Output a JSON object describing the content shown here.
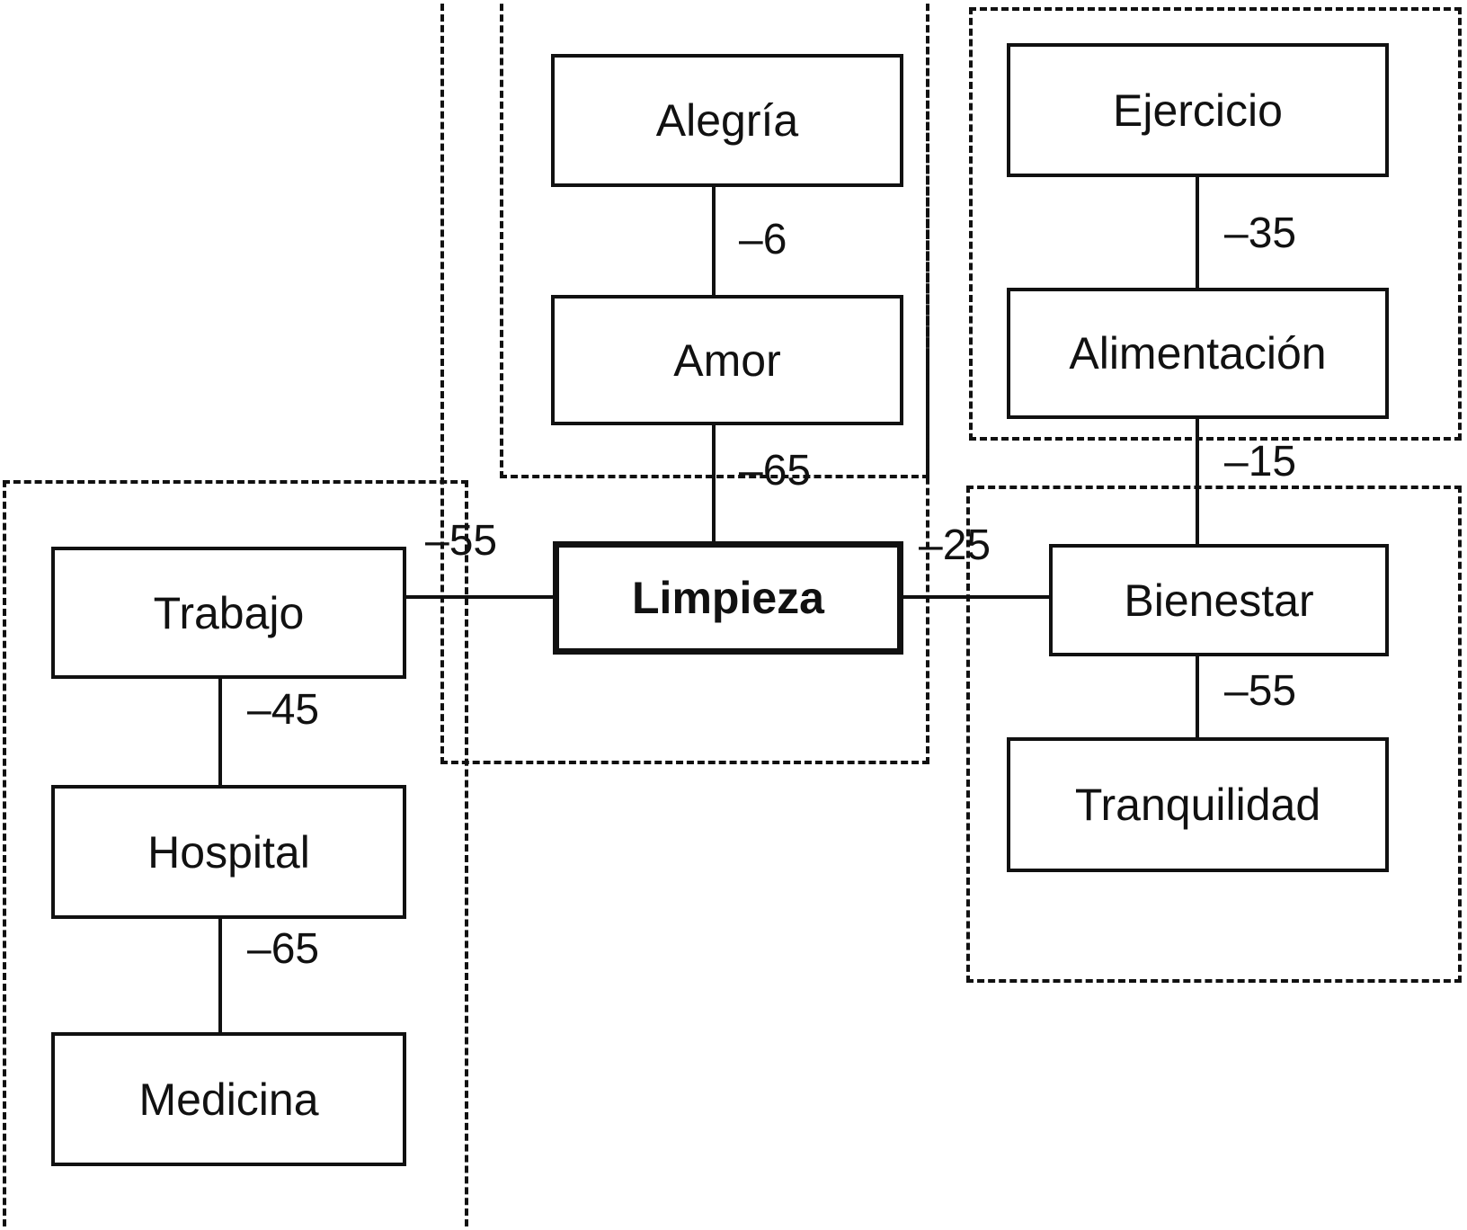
{
  "diagram": {
    "title": "Limpieza cognitive map",
    "central_node": "Limpieza",
    "colors": {
      "line": "#111111",
      "background": "#ffffff",
      "dashed_region": "#111111"
    },
    "nodes": [
      {
        "id": "alegria",
        "label": "Alegría",
        "emphasis": "normal"
      },
      {
        "id": "amor",
        "label": "Amor",
        "emphasis": "normal"
      },
      {
        "id": "limpieza",
        "label": "Limpieza",
        "emphasis": "bold"
      },
      {
        "id": "trabajo",
        "label": "Trabajo",
        "emphasis": "normal"
      },
      {
        "id": "hospital",
        "label": "Hospital",
        "emphasis": "normal"
      },
      {
        "id": "medicina",
        "label": "Medicina",
        "emphasis": "normal"
      },
      {
        "id": "ejercicio",
        "label": "Ejercicio",
        "emphasis": "normal"
      },
      {
        "id": "alimentacion",
        "label": "Alimentación",
        "emphasis": "normal"
      },
      {
        "id": "bienestar",
        "label": "Bienestar",
        "emphasis": "normal"
      },
      {
        "id": "tranquilidad",
        "label": "Tranquilidad",
        "emphasis": "normal"
      }
    ],
    "edges": [
      {
        "id": "alegria-amor",
        "from": "alegria",
        "to": "amor",
        "weight": "–6"
      },
      {
        "id": "amor-limpieza",
        "from": "amor",
        "to": "limpieza",
        "weight": "–65"
      },
      {
        "id": "trabajo-limpieza",
        "from": "trabajo",
        "to": "limpieza",
        "weight": "–55"
      },
      {
        "id": "trabajo-hospital",
        "from": "trabajo",
        "to": "hospital",
        "weight": "–45"
      },
      {
        "id": "hospital-medicina",
        "from": "hospital",
        "to": "medicina",
        "weight": "–65"
      },
      {
        "id": "ejercicio-alimentacion",
        "from": "ejercicio",
        "to": "alimentacion",
        "weight": "–35"
      },
      {
        "id": "alimentacion-bienestar",
        "from": "alimentacion",
        "to": "bienestar",
        "weight": "–15"
      },
      {
        "id": "limpieza-bienestar",
        "from": "limpieza",
        "to": "bienestar",
        "weight": "–25"
      },
      {
        "id": "bienestar-tranquilidad",
        "from": "bienestar",
        "to": "tranquilidad",
        "weight": "–55"
      }
    ],
    "regions": [
      {
        "id": "region-afecto",
        "members": [
          "alegria",
          "amor"
        ]
      },
      {
        "id": "region-salud",
        "members": [
          "ejercicio",
          "alimentacion"
        ]
      },
      {
        "id": "region-laboral",
        "members": [
          "trabajo",
          "hospital",
          "medicina"
        ]
      },
      {
        "id": "region-limpieza",
        "members": [
          "alegria",
          "amor",
          "limpieza"
        ]
      },
      {
        "id": "region-bienestar",
        "members": [
          "bienestar",
          "tranquilidad"
        ]
      }
    ]
  }
}
